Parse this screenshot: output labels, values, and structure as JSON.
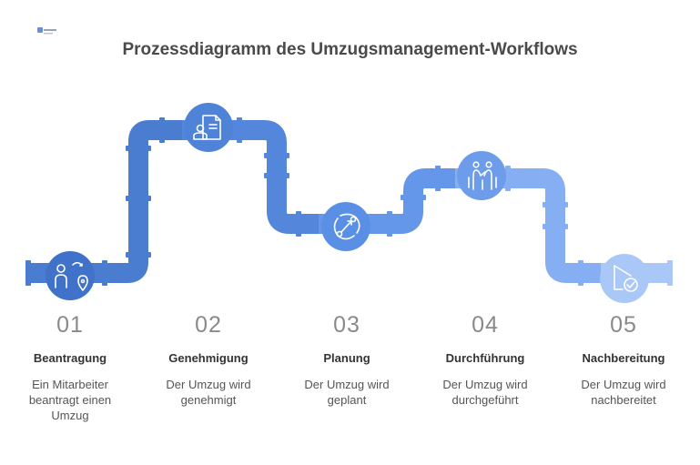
{
  "title": "Prozessdiagramm des Umzugsmanagement-Workflows",
  "logo": {
    "icon": "brand-logo"
  },
  "colors": {
    "pipe_dark": "#4a7cd0",
    "pipe_mid": "#5b8fe3",
    "pipe_light": "#7ba7f0",
    "pipe_lightest": "#a9c8f8",
    "text_number": "#8a8a8a",
    "text_title": "#333333",
    "text_desc": "#555555"
  },
  "steps": [
    {
      "number": "01",
      "title": "Beantragung",
      "description": "Ein Mitarbeiter beantragt einen Umzug",
      "icon": "person-location-icon"
    },
    {
      "number": "02",
      "title": "Genehmigung",
      "description": "Der Umzug wird genehmigt",
      "icon": "document-approval-icon"
    },
    {
      "number": "03",
      "title": "Planung",
      "description": "Der Umzug wird geplant",
      "icon": "route-planning-icon"
    },
    {
      "number": "04",
      "title": "Durchführung",
      "description": "Der Umzug wird durchgeführt",
      "icon": "people-moving-icon"
    },
    {
      "number": "05",
      "title": "Nachbereitung",
      "description": "Der Umzug wird nachbereitet",
      "icon": "play-check-icon"
    }
  ]
}
